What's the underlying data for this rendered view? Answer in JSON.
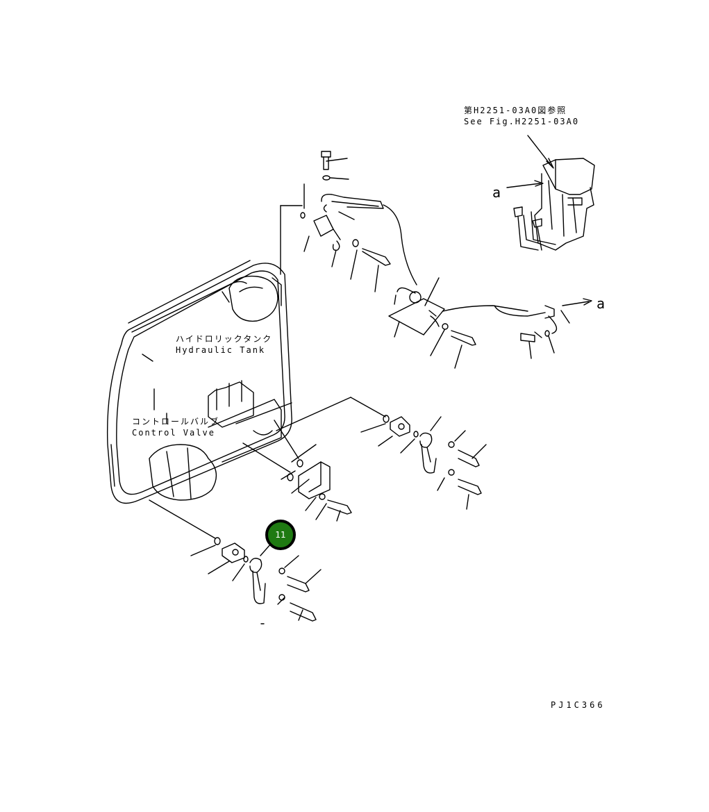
{
  "refs": {
    "jp": "第H2251-03A0図参照",
    "en": "See Fig.H2251-03A0"
  },
  "marker_a": "a",
  "tank": {
    "jp": "ハイドロリックタンク",
    "en": "Hydraulic Tank"
  },
  "valve": {
    "jp": "コントロールバルブ",
    "en": "Control Valve"
  },
  "callout_number": "11",
  "drawing_code": "PJ1C366",
  "colors": {
    "callout_fill": "#1f7a12",
    "line": "#000000"
  }
}
